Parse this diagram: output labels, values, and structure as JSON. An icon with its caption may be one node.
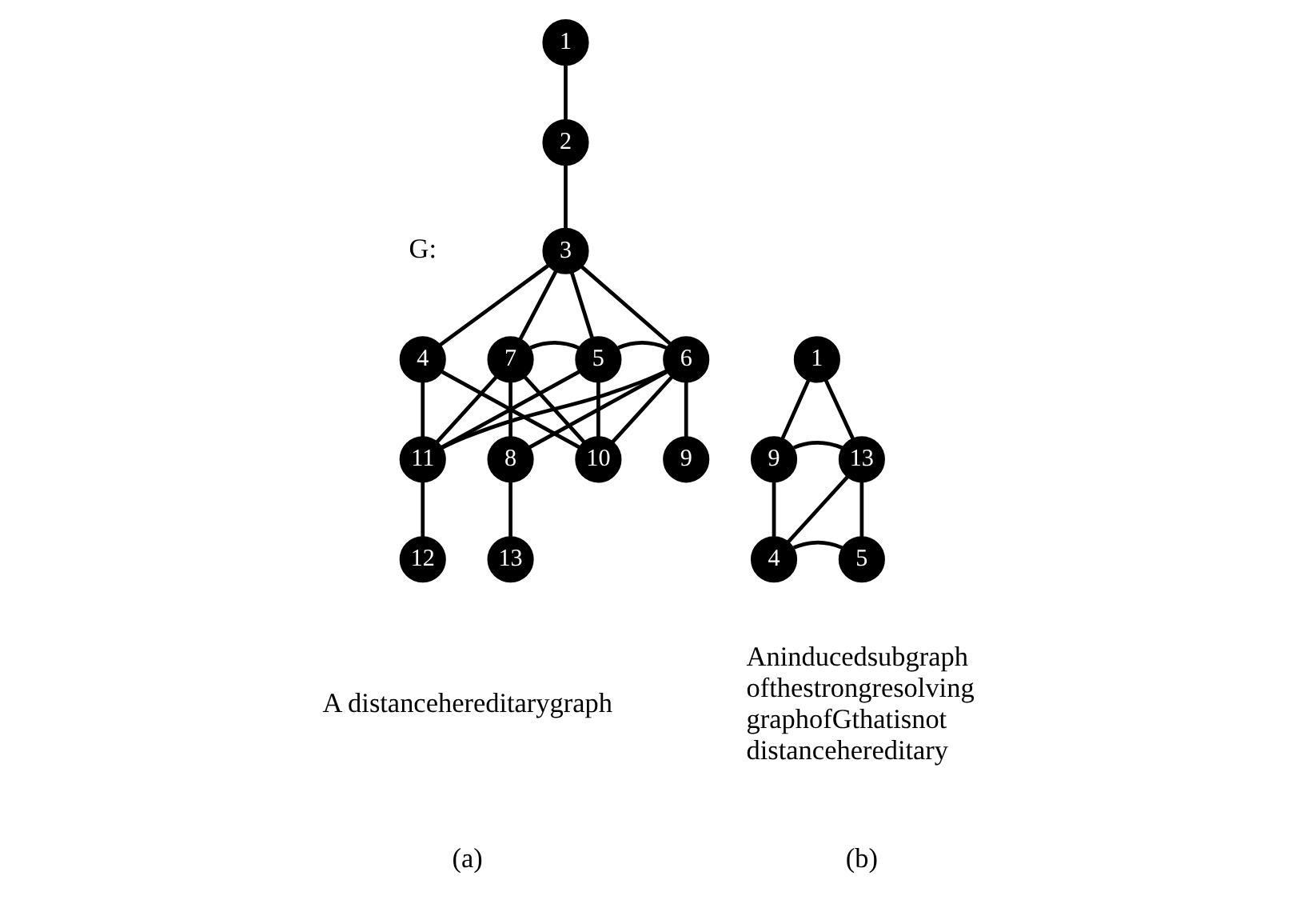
{
  "diagram": {
    "nodes": [
      {
        "text": [
          "1"
        ]
      },
      {
        "text": [
          "2"
        ]
      },
      {
        "text": [
          "3"
        ]
      },
      {
        "text": [
          "4"
        ]
      },
      {
        "text": [
          "5"
        ]
      },
      {
        "text": [
          "6"
        ]
      },
      {
        "text": [
          "7"
        ]
      },
      {
        "text": [
          "8"
        ]
      },
      {
        "text": [
          "9"
        ]
      },
      {
        "text": [
          "10"
        ]
      },
      {
        "text": [
          "11"
        ]
      },
      {
        "text": [
          "12"
        ]
      },
      {
        "text": [
          "13"
        ]
      },
      {
        "text": [
          "1"
        ]
      },
      {
        "text": [
          "9"
        ]
      },
      {
        "text": [
          "13"
        ]
      },
      {
        "text": [
          "4"
        ]
      },
      {
        "text": [
          "5"
        ]
      }
    ],
    "edges": [
      {
        "from": 0,
        "to": 1,
        "arrow": "none"
      },
      {
        "from": 1,
        "to": 2,
        "arrow": "none"
      },
      {
        "from": 2,
        "to": 3,
        "arrow": "none"
      },
      {
        "from": 2,
        "to": 6,
        "arrow": "none"
      },
      {
        "from": 2,
        "to": 4,
        "arrow": "none"
      },
      {
        "from": 2,
        "to": 5,
        "arrow": "none"
      },
      {
        "from": 3,
        "to": 10,
        "arrow": "none"
      },
      {
        "from": 3,
        "to": 9,
        "arrow": "none"
      },
      {
        "from": 6,
        "to": 4,
        "arrow": "none"
      },
      {
        "from": 4,
        "to": 5,
        "arrow": "none"
      },
      {
        "from": 6,
        "to": 10,
        "arrow": "none"
      },
      {
        "from": 6,
        "to": 7,
        "arrow": "none"
      },
      {
        "from": 6,
        "to": 9,
        "arrow": "none"
      },
      {
        "from": 4,
        "to": 10,
        "arrow": "none"
      },
      {
        "from": 4,
        "to": 9,
        "arrow": "none"
      },
      {
        "from": 5,
        "to": 10,
        "arrow": "none"
      },
      {
        "from": 5,
        "to": 7,
        "arrow": "none"
      },
      {
        "from": 5,
        "to": 9,
        "arrow": "none"
      },
      {
        "from": 5,
        "to": 8,
        "arrow": "none"
      },
      {
        "from": 10,
        "to": 11,
        "arrow": "none"
      },
      {
        "from": 7,
        "to": 12,
        "arrow": "none"
      },
      {
        "from": 13,
        "to": 14,
        "arrow": "none"
      },
      {
        "from": 13,
        "to": 15,
        "arrow": "none"
      },
      {
        "from": 14,
        "to": 15,
        "arrow": "none"
      },
      {
        "from": 14,
        "to": 16,
        "arrow": "none"
      },
      {
        "from": 15,
        "to": 16,
        "arrow": "none"
      },
      {
        "from": 16,
        "to": 17,
        "arrow": "none"
      },
      {
        "from": 15,
        "to": 17,
        "arrow": "none"
      }
    ],
    "labels": [
      "G:",
      "A distancehereditarygraph",
      "(a)",
      "Aninducedsubgraph ofthestrongresolving graphofGthatisnot distancehereditary",
      "(b)"
    ]
  }
}
